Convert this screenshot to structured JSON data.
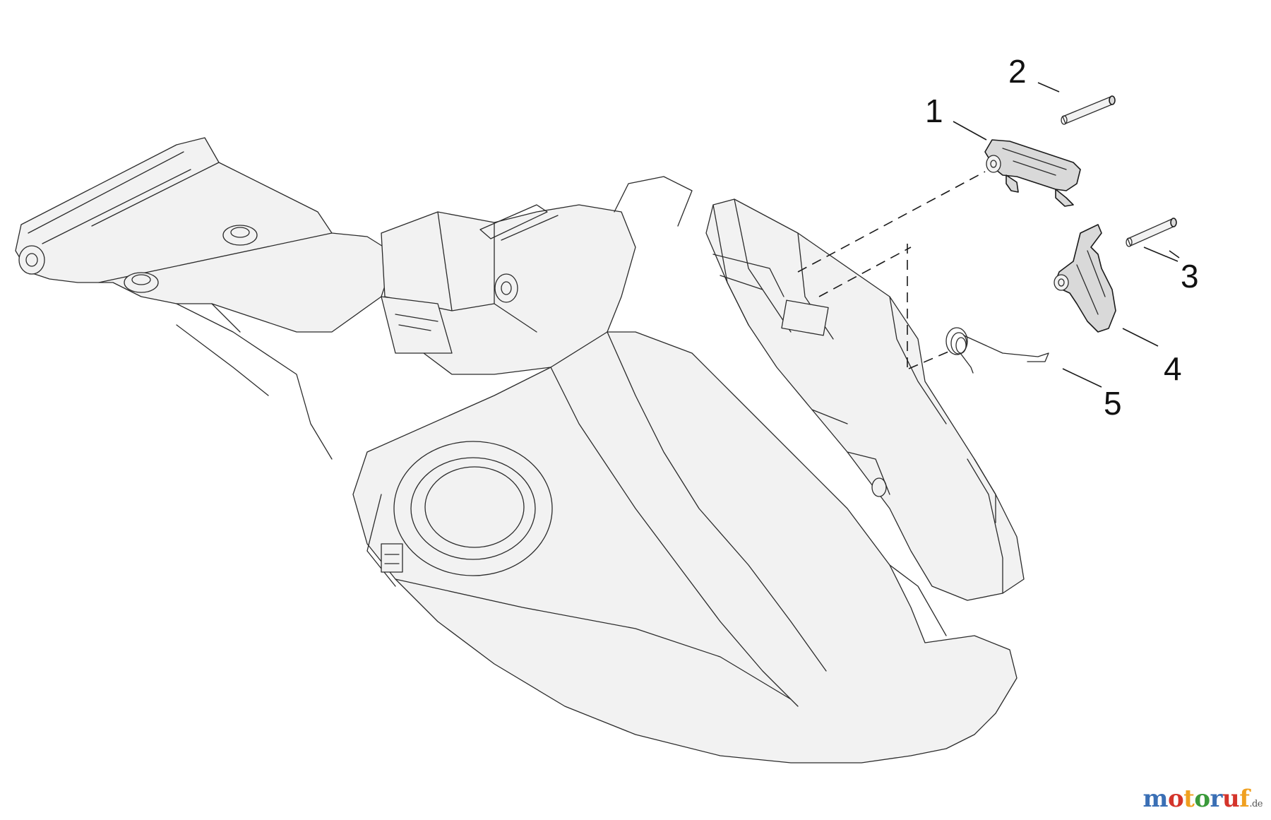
{
  "diagram": {
    "callouts": [
      {
        "id": "1",
        "label": "1"
      },
      {
        "id": "2",
        "label": "2"
      },
      {
        "id": "3",
        "label": "3"
      },
      {
        "id": "4",
        "label": "4"
      },
      {
        "id": "5",
        "label": "5"
      }
    ]
  },
  "brand": {
    "letters": [
      "m",
      "o",
      "t",
      "o",
      "r",
      "u",
      "f"
    ],
    "colors": [
      "#3a6fb5",
      "#d4342b",
      "#f0a020",
      "#3a9a3a",
      "#3a6fb5",
      "#d4342b",
      "#f0a020"
    ],
    "suffix": ".de"
  }
}
